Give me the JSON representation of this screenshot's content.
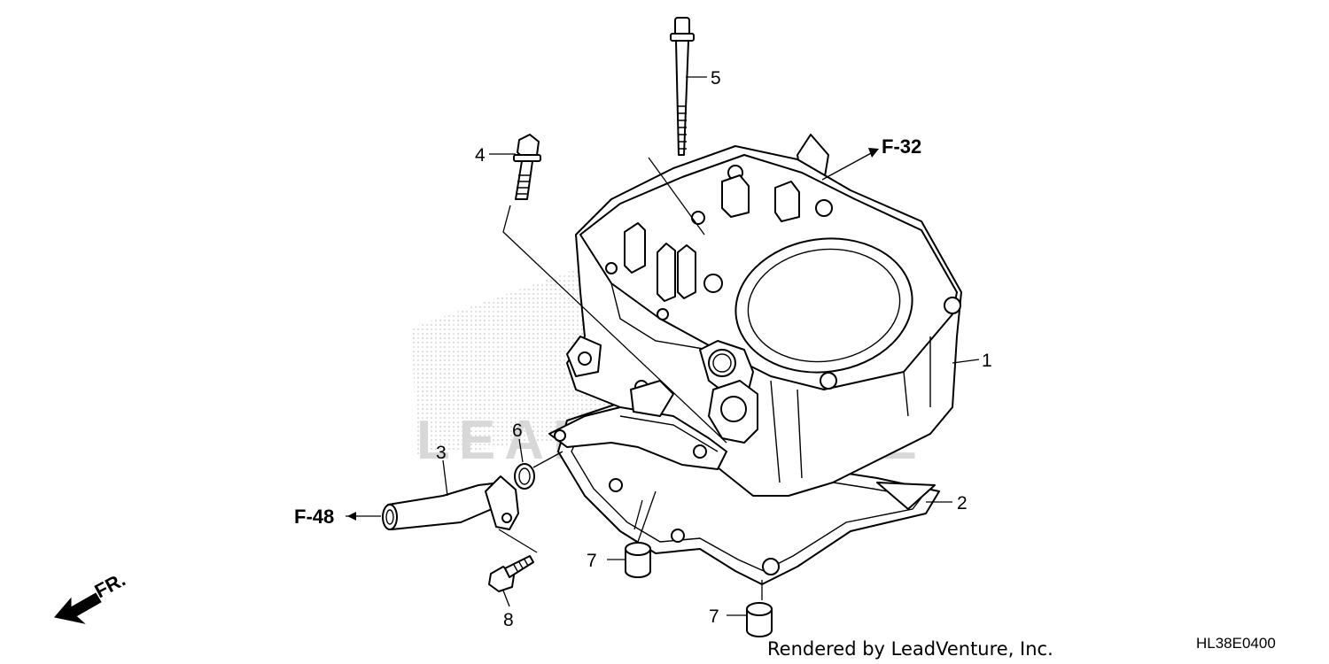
{
  "callouts": {
    "c1": "1",
    "c2": "2",
    "c3": "3",
    "c4": "4",
    "c5": "5",
    "c6": "6",
    "c7a": "7",
    "c7b": "7",
    "c8": "8"
  },
  "refs": {
    "f32": "F-32",
    "f48": "F-48"
  },
  "direction": {
    "label": "FR."
  },
  "footer": {
    "credit": "Rendered by LeadVenture, Inc.",
    "code": "HL38E0400"
  },
  "watermark": {
    "text": "LEADVENTURE"
  },
  "colors": {
    "line": "#000000",
    "watermark": "#d8d8d8",
    "background": "#ffffff"
  }
}
